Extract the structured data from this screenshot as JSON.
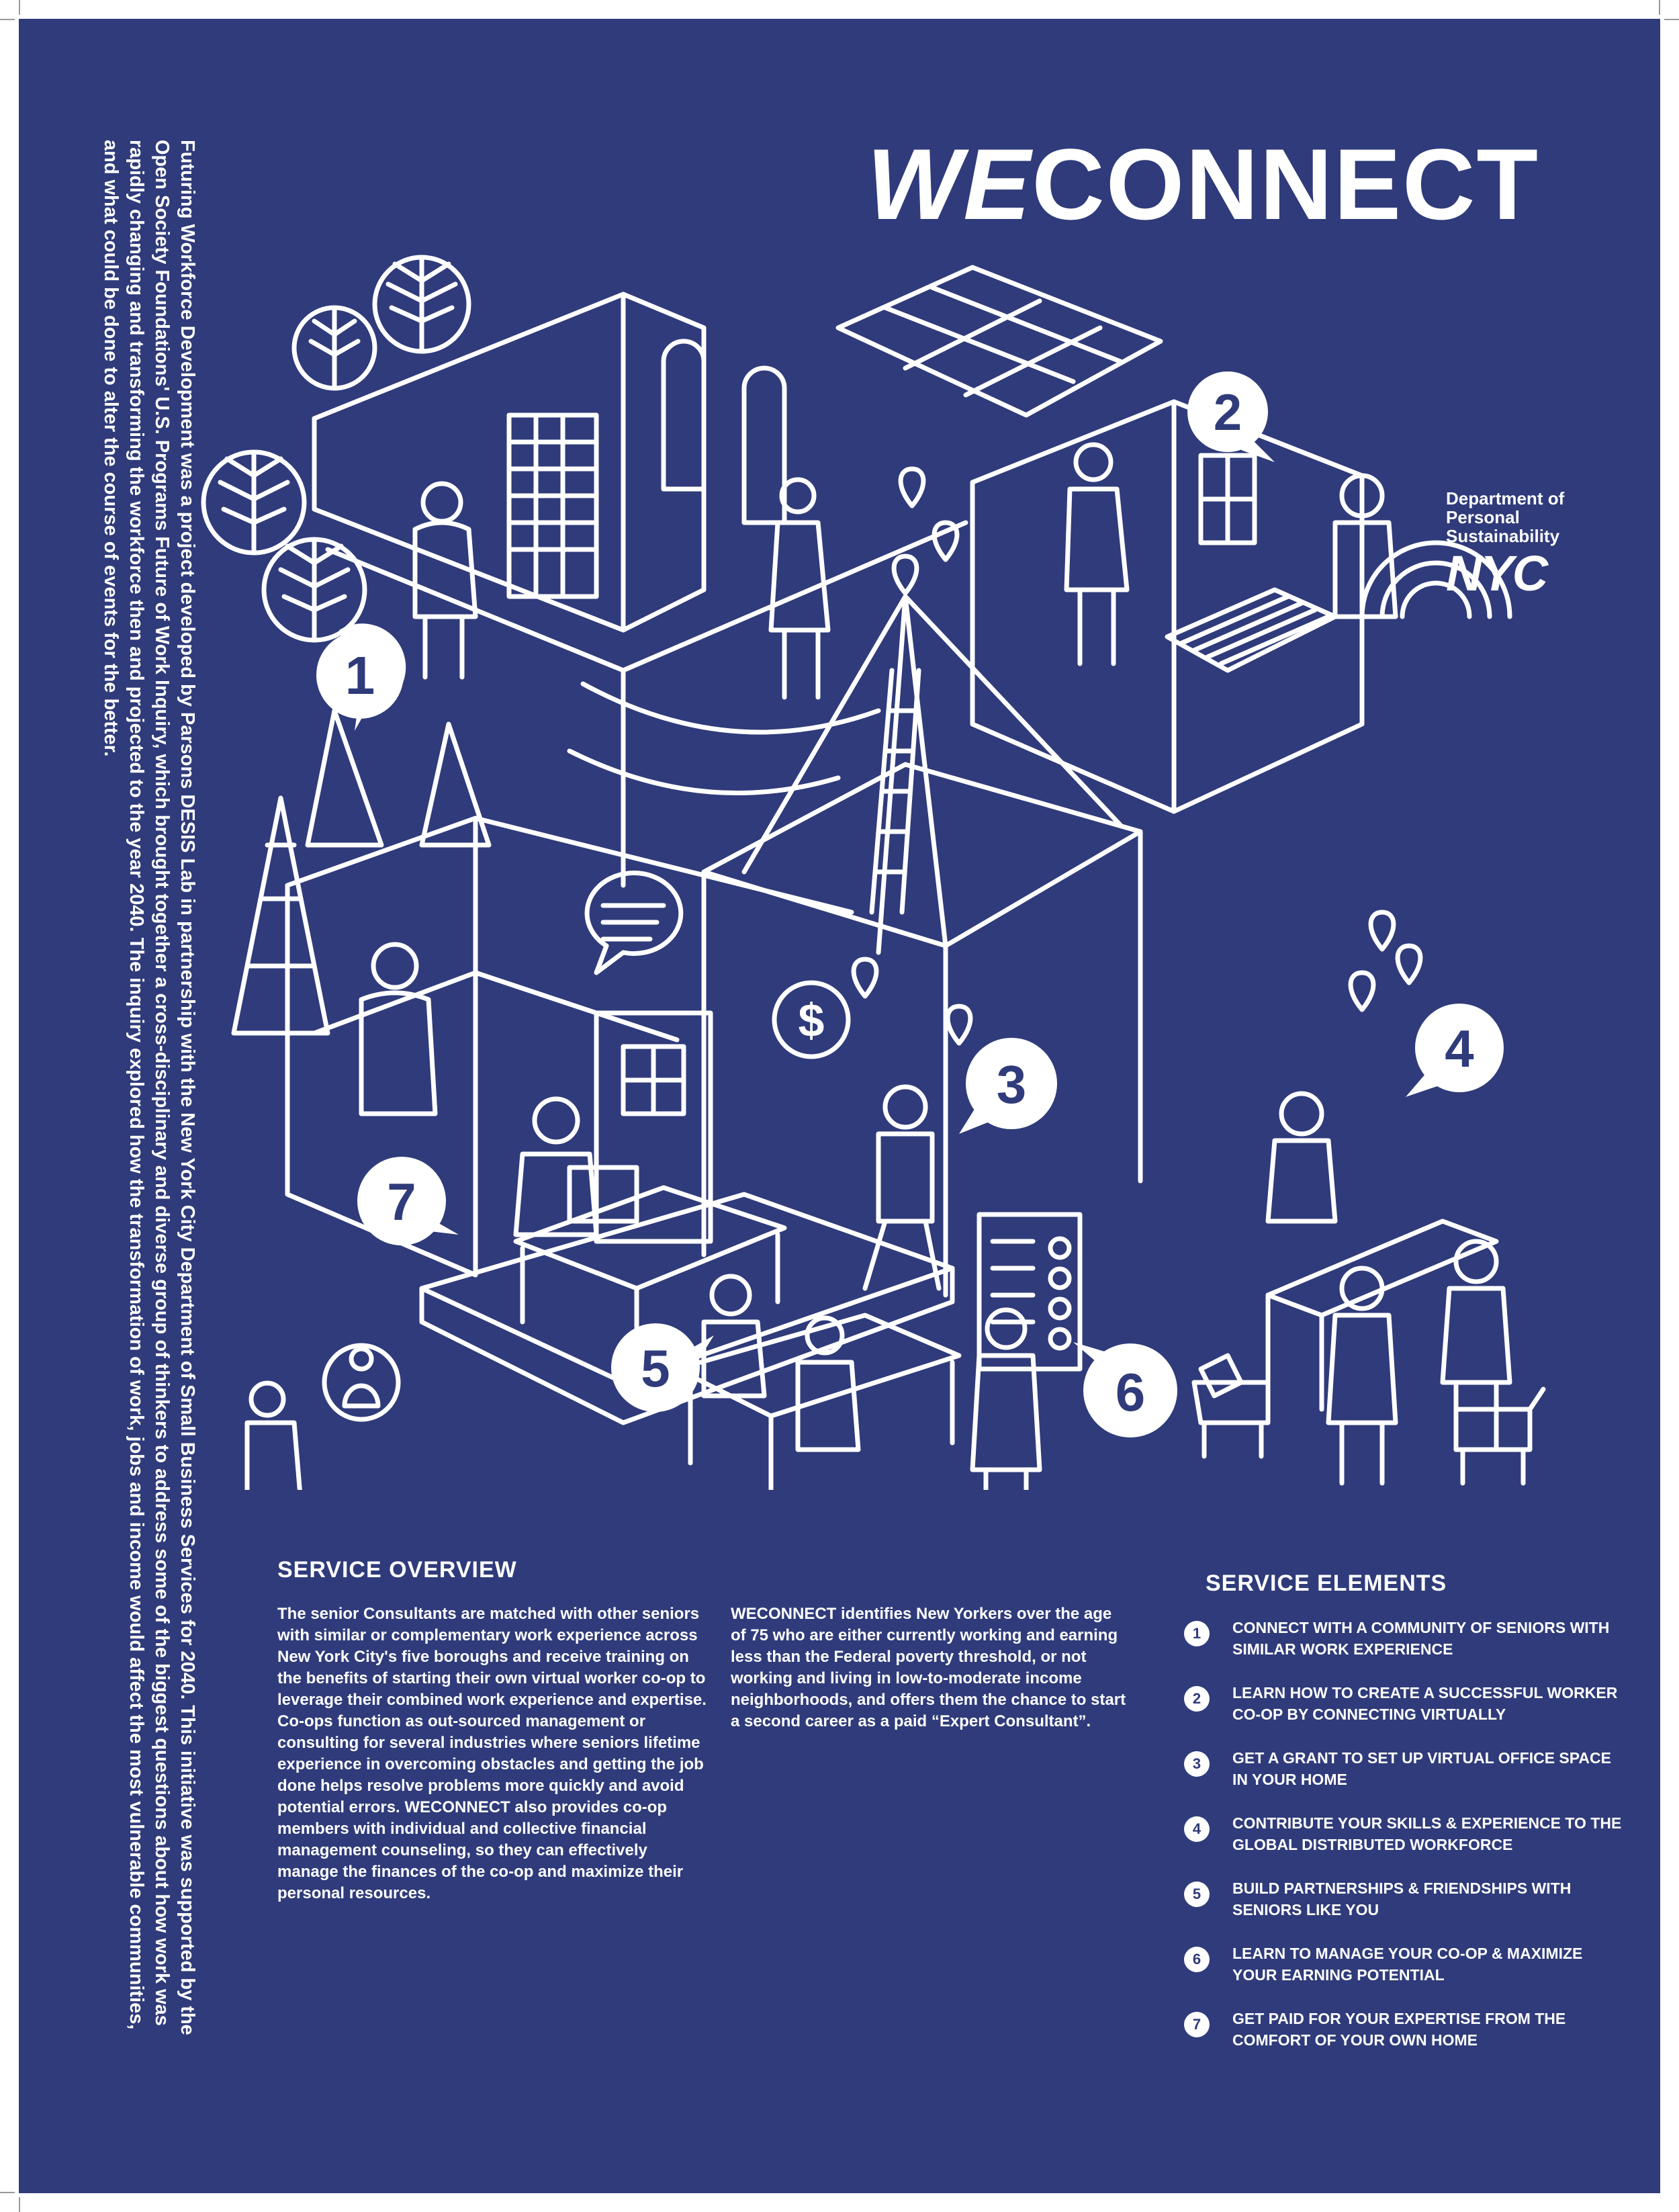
{
  "title": {
    "prefix": "WE",
    "suffix": "CONNECT"
  },
  "sidebar_text": "Futuring Workforce Development was a project developed by Parsons DESIS Lab in partnership with the New York City Department of Small Business Services for 2040. This initiative was supported by the Open Society Foundations' U.S. Programs Future of Work Inquiry, which brought together a cross-disciplinary and diverse group of thinkers to address some of the biggest questions about how work was rapidly changing and transforming the workforce then and projected to the year 2040. The inquiry explored how the transformation of work, jobs and income would affect the most vulnerable communities, and what could be done to alter the course of events for the better.",
  "agency": {
    "line1": "Department of",
    "line2": "Personal",
    "line3": "Sustainability",
    "logo": "NYC"
  },
  "illustration": {
    "markers": [
      "1",
      "2",
      "3",
      "4",
      "5",
      "6",
      "7"
    ],
    "dollar_sign": "$"
  },
  "overview": {
    "heading": "SERVICE OVERVIEW",
    "body": "The senior Consultants are matched with other seniors with similar or complementary work experience across New York City's five boroughs and receive training on the benefits of starting their own virtual worker co-op to leverage their combined work experience and expertise. Co-ops function as out-sourced management or consulting for several industries where seniors lifetime experience in overcoming obstacles and getting the job done helps resolve problems more quickly and avoid potential errors. WECONNECT also provides co-op members with individual and collective financial management counseling, so they can effectively manage the finances of the co-op and maximize their personal resources."
  },
  "identifies": {
    "body": "WECONNECT identifies New Yorkers over the age of 75 who are either currently working and earning less than the Federal poverty threshold, or not working and living in low-to-moderate income neighborhoods, and offers them the chance to start a second career as a paid “Expert Consultant”."
  },
  "elements": {
    "heading": "SERVICE ELEMENTS",
    "items": [
      {
        "num": "1",
        "text": "CONNECT WITH A COMMUNITY OF SENIORS WITH SIMILAR WORK EXPERIENCE"
      },
      {
        "num": "2",
        "text": "LEARN HOW TO CREATE A SUCCESSFUL WORKER CO-OP BY CONNECTING VIRTUALLY"
      },
      {
        "num": "3",
        "text": "GET A GRANT TO SET UP VIRTUAL OFFICE SPACE IN YOUR HOME"
      },
      {
        "num": "4",
        "text": "CONTRIBUTE YOUR SKILLS & EXPERIENCE TO THE GLOBAL DISTRIBUTED WORKFORCE"
      },
      {
        "num": "5",
        "text": "BUILD PARTNERSHIPS & FRIENDSHIPS WITH SENIORS LIKE YOU"
      },
      {
        "num": "6",
        "text": "LEARN TO MANAGE YOUR CO-OP & MAXIMIZE YOUR EARNING POTENTIAL"
      },
      {
        "num": "7",
        "text": "GET PAID FOR YOUR EXPERTISE FROM THE COMFORT OF YOUR OWN HOME"
      }
    ]
  },
  "colors": {
    "background": "#2f3b7a",
    "line": "#ffffff"
  }
}
